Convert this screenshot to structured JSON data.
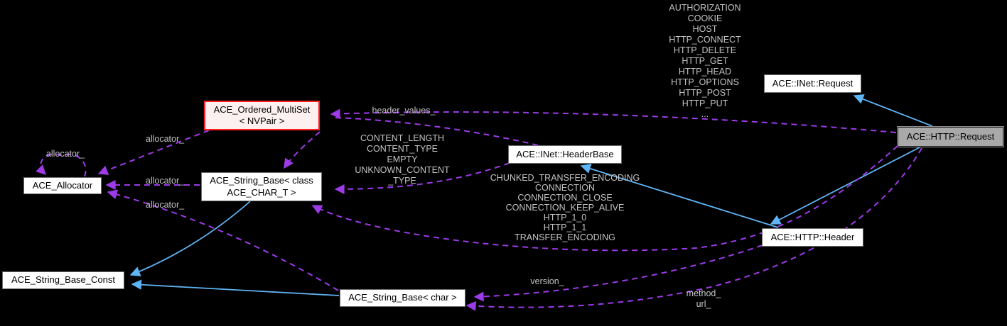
{
  "diagram": {
    "type": "doxygen-collaboration-graph",
    "background": "#000000",
    "nodes": {
      "allocator": {
        "label": "ACE_Allocator"
      },
      "ordered_multiset": {
        "label": "ACE_Ordered_MultiSet\n< NVPair >"
      },
      "string_base_t": {
        "label": "ACE_String_Base< class\nACE_CHAR_T >"
      },
      "inet_headerbase": {
        "label": "ACE::INet::HeaderBase"
      },
      "inet_request": {
        "label": "ACE::INet::Request"
      },
      "http_request": {
        "label": "ACE::HTTP::Request"
      },
      "http_header": {
        "label": "ACE::HTTP::Header"
      },
      "string_base_const": {
        "label": "ACE_String_Base_Const"
      },
      "string_base_char": {
        "label": "ACE_String_Base< char >"
      }
    },
    "edge_labels": {
      "allocator_self": "allocator_",
      "allocator_from_multiset": "allocator_",
      "allocator_from_string_base": "allocator_",
      "allocator_from_char_string": "allocator_",
      "header_values": "header_values_",
      "request_constants": "AUTHORIZATION\nCOOKIE\nHOST\nHTTP_CONNECT\nHTTP_DELETE\nHTTP_GET\nHTTP_HEAD\nHTTP_OPTIONS\nHTTP_POST\nHTTP_PUT\n...",
      "headerbase_constants": "CONTENT_LENGTH\nCONTENT_TYPE\nEMPTY\nUNKNOWN_CONTENT\n_TYPE",
      "header_constants": "CHUNKED_TRANSFER_ENCODING\nCONNECTION\nCONNECTION_CLOSE\nCONNECTION_KEEP_ALIVE\nHTTP_1_0\nHTTP_1_1\nTRANSFER_ENCODING",
      "version": "version_",
      "method_url": "method_\nurl_"
    },
    "colors": {
      "inheritance_edge": "#5fb4f4",
      "usage_edge": "#9d3be8",
      "edge_label_text": "#c4c4c4",
      "node_fill": "#ffffff",
      "node_border": "#6e6e6e",
      "node_text": "#000000",
      "highlight_node_fill": "#a9a9a9",
      "red_node_border": "#ff1f1f",
      "red_node_fill": "#fdf0f0",
      "background": "#000000"
    }
  }
}
